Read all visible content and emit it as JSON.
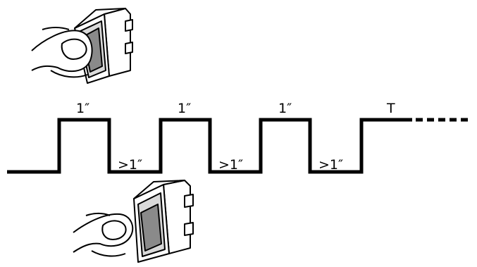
{
  "labels": {
    "high_1": "1″",
    "high_2": "1″",
    "high_3": "1″",
    "high_4": "T",
    "low_1": ">1″",
    "low_2": ">1″",
    "low_3": ">1″"
  },
  "colors": {
    "line": "#000000",
    "button_face": "#8a8a8a",
    "switch_body": "#ffffff"
  },
  "icons": {
    "top": "finger-pressing-button-icon",
    "bottom": "finger-releasing-button-icon"
  }
}
